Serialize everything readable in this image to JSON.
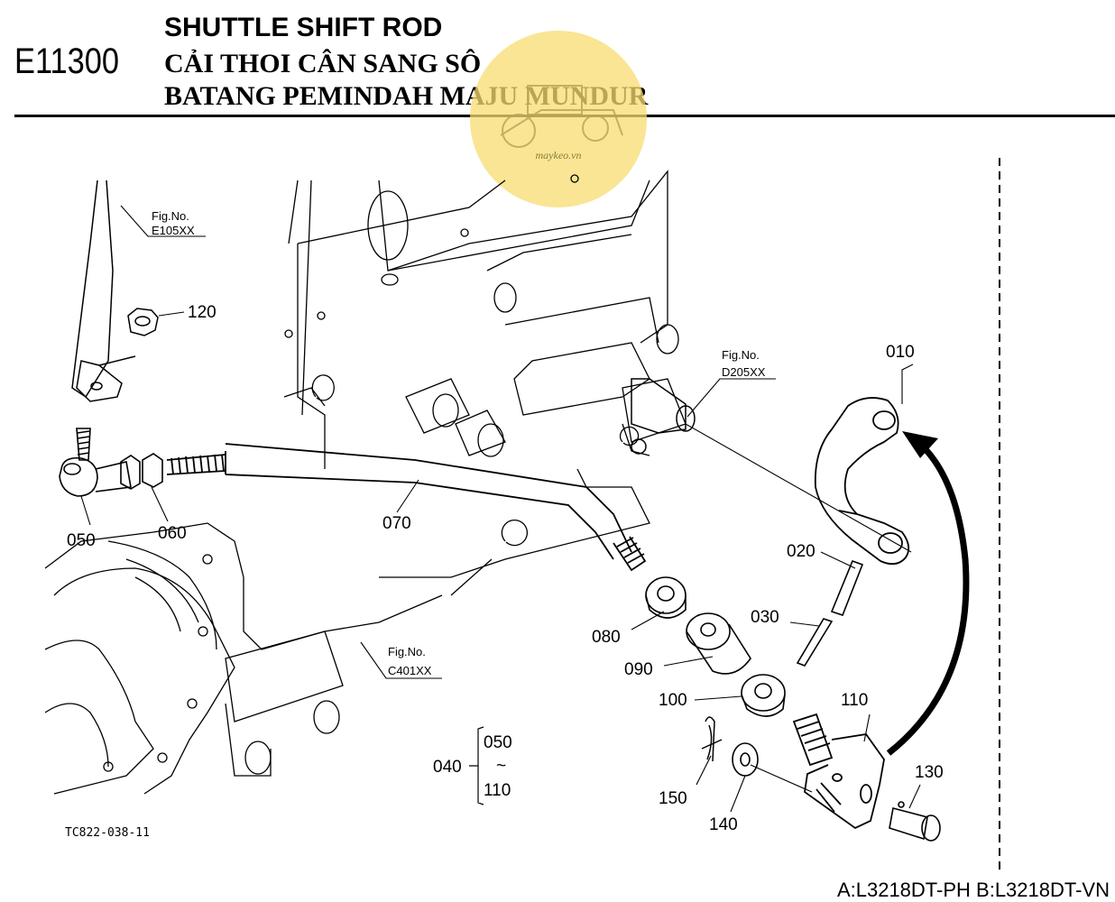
{
  "header": {
    "code": "E11300",
    "title_en": "SHUTTLE SHIFT ROD",
    "title_vi": "CẢI THOI CÂN SANG SÔ",
    "title_id": "BATANG PEMINDAH MAJU MUNDUR"
  },
  "watermark": {
    "text": "maykeo.vn",
    "color": "#f7dc6f"
  },
  "figure_refs": [
    {
      "label": "Fig.No.",
      "code": "E105XX"
    },
    {
      "label": "Fig.No.",
      "code": "D205XX"
    },
    {
      "label": "Fig.No.",
      "code": "C401XX"
    }
  ],
  "parts": [
    "010",
    "020",
    "030",
    "050",
    "060",
    "070",
    "080",
    "090",
    "100",
    "110",
    "120",
    "130",
    "140",
    "150"
  ],
  "assembly": {
    "code": "040",
    "range_start": "050",
    "range_sep": "~",
    "range_end": "110"
  },
  "drawing_ref": "TC822-038-11",
  "footer": "A:L3218DT-PH B:L3218DT-VN"
}
